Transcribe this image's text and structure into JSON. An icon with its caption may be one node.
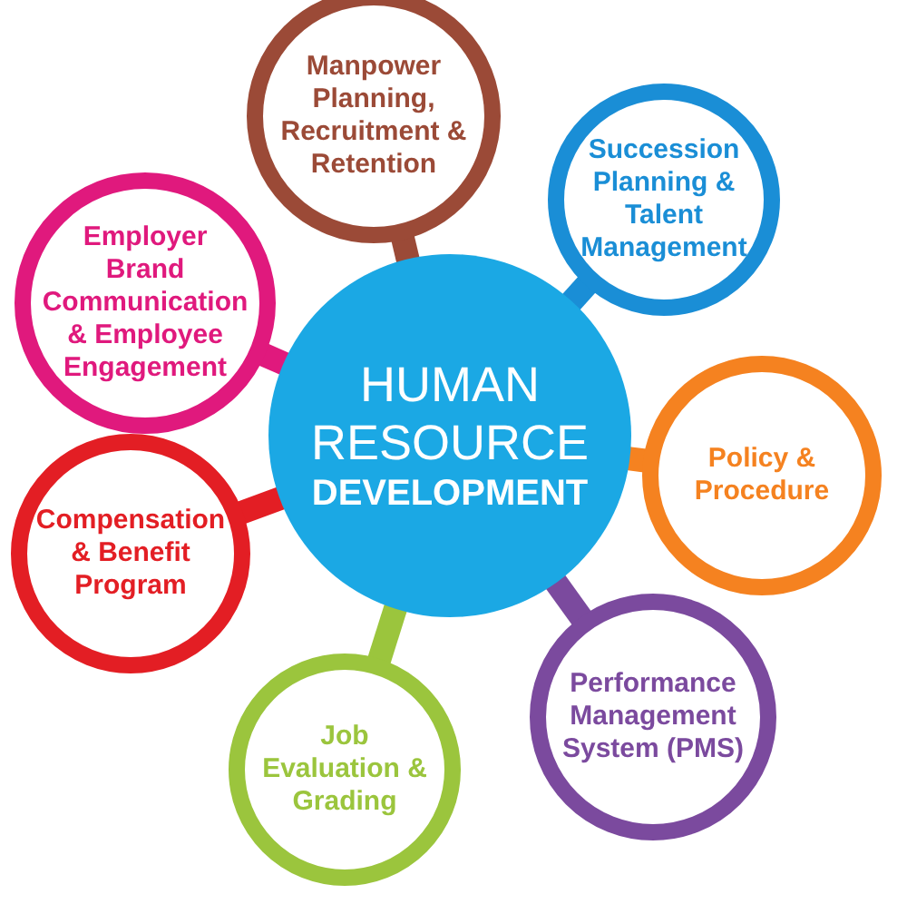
{
  "diagram": {
    "nodes": [
      {
        "text": [
          "HUMAN RESOURCE",
          "DEVELOPMENT"
        ]
      },
      {
        "text": [
          "Manpower Planning, Recruitment & Retention"
        ]
      },
      {
        "text": [
          "Succession Planning & Talent Management"
        ]
      },
      {
        "text": [
          "Employer Brand Communication & Employee Engagement"
        ]
      },
      {
        "text": [
          "Policy & Procedure"
        ]
      },
      {
        "text": [
          "Compensation & Benefit Program"
        ]
      },
      {
        "text": [
          "Performance Management System (PMS)"
        ]
      },
      {
        "text": [
          "Job Evaluation & Grading"
        ]
      }
    ],
    "edges": [
      {
        "from": 1,
        "to": 0,
        "arrow": "none",
        "color": "#9b4a37"
      },
      {
        "from": 2,
        "to": 0,
        "arrow": "none",
        "color": "#1a8ed6"
      },
      {
        "from": 3,
        "to": 0,
        "arrow": "none",
        "color": "#e0197d"
      },
      {
        "from": 4,
        "to": 0,
        "arrow": "none",
        "color": "#f58220"
      },
      {
        "from": 5,
        "to": 0,
        "arrow": "none",
        "color": "#e31e24"
      },
      {
        "from": 6,
        "to": 0,
        "arrow": "none",
        "color": "#7b4a9e"
      },
      {
        "from": 7,
        "to": 0,
        "arrow": "none",
        "color": "#9bc53d"
      }
    ]
  }
}
